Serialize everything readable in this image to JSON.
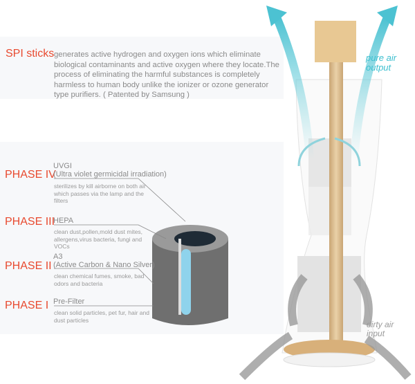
{
  "spi": {
    "title": "SPI sticks",
    "text": "generates active hydrogen and oxygen ions which eliminate biological contaminants and active oxygen where they locate.The process of eliminating the harmful substances is completely harmless to human body unlike the ionizer or ozone generator type purifiers. ( Patented by Samsung )"
  },
  "phases": [
    {
      "label": "PHASE IV",
      "title": "UVGI",
      "subtitle": "(Ultra violet germicidal irradiation)",
      "desc": "sterilizes by kill airborne on both air which passes via the lamp and the filters"
    },
    {
      "label": "PHASE III",
      "title": "HEPA",
      "subtitle": "",
      "desc": "clean dust,pollen,mold dust mites, allergens,virus bacteria, fungi and VOCs"
    },
    {
      "label": "PHASE II",
      "title": "A3",
      "subtitle": "(Active Carbon & Nano Silver)",
      "desc": "clean chemical fumes, smoke, bad odors and bacteria"
    },
    {
      "label": "PHASE I",
      "title": "Pre-Filter",
      "subtitle": "",
      "desc": "clean solid particles, pet fur, hair and dust particles"
    }
  ],
  "labels": {
    "output_1": "pure air",
    "output_2": "output",
    "input_1": "dirty air",
    "input_2": "input"
  },
  "colors": {
    "accent": "#e8492e",
    "teal": "#3bbfcf"
  }
}
